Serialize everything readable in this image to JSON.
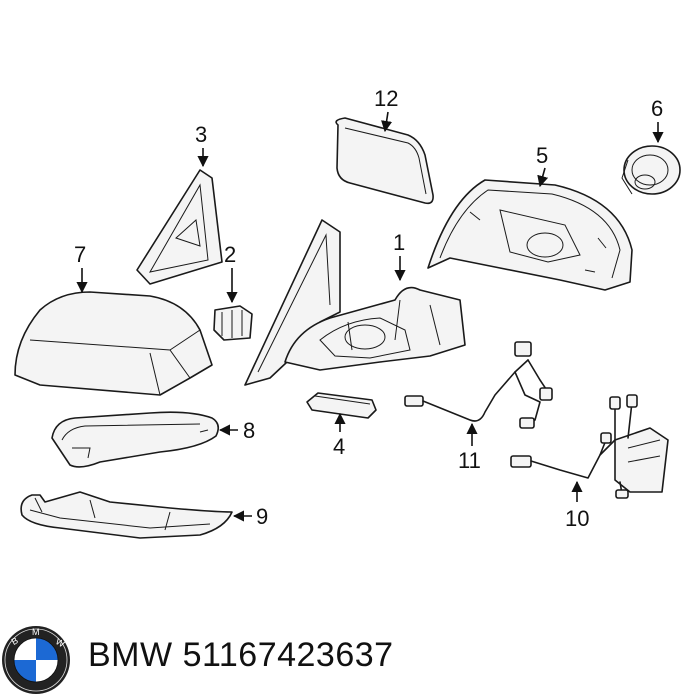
{
  "diagram": {
    "callouts": {
      "c1": "1",
      "c2": "2",
      "c3": "3",
      "c4": "4",
      "c5": "5",
      "c6": "6",
      "c7": "7",
      "c8": "8",
      "c9": "9",
      "c10": "10",
      "c11": "11",
      "c12": "12"
    }
  },
  "footer": {
    "brand": "BMW",
    "part_number": "51167423637",
    "logo_icon": "bmw-roundel-icon",
    "logo_colors": {
      "blue": "#1c69d4",
      "white": "#ffffff",
      "ring": "#222222"
    }
  }
}
